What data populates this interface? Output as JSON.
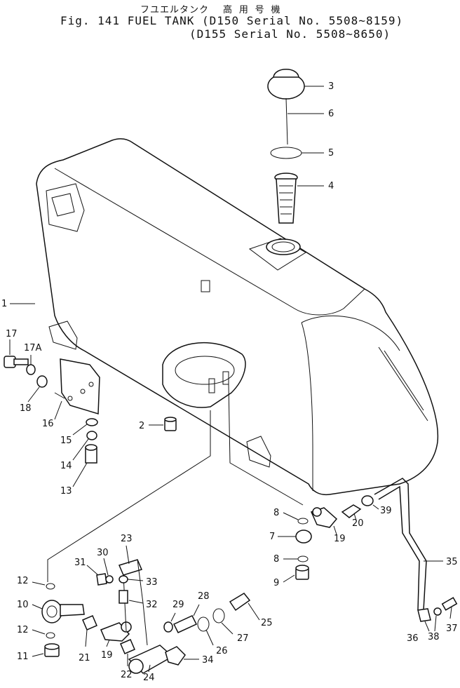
{
  "header": {
    "jp_name": "フユエルタンク",
    "jp_model": "高 用 号 機",
    "title_line1": "Fig. 141 FUEL TANK (D150 Serial No. 5508~8159)",
    "title_line2": "(D155 Serial No. 5508~8650)"
  },
  "parts": [
    {
      "id": "p1",
      "label": "1"
    },
    {
      "id": "p2",
      "label": "2"
    },
    {
      "id": "p3",
      "label": "3"
    },
    {
      "id": "p4",
      "label": "4"
    },
    {
      "id": "p5",
      "label": "5"
    },
    {
      "id": "p6",
      "label": "6"
    },
    {
      "id": "p7",
      "label": "7"
    },
    {
      "id": "p8a",
      "label": "8"
    },
    {
      "id": "p8b",
      "label": "8"
    },
    {
      "id": "p9",
      "label": "9"
    },
    {
      "id": "p10",
      "label": "10"
    },
    {
      "id": "p11",
      "label": "11"
    },
    {
      "id": "p12a",
      "label": "12"
    },
    {
      "id": "p12b",
      "label": "12"
    },
    {
      "id": "p13",
      "label": "13"
    },
    {
      "id": "p14",
      "label": "14"
    },
    {
      "id": "p15",
      "label": "15"
    },
    {
      "id": "p16",
      "label": "16"
    },
    {
      "id": "p17",
      "label": "17"
    },
    {
      "id": "p17a",
      "label": "17A"
    },
    {
      "id": "p18",
      "label": "18"
    },
    {
      "id": "p19a",
      "label": "19"
    },
    {
      "id": "p19b",
      "label": "19"
    },
    {
      "id": "p20",
      "label": "20"
    },
    {
      "id": "p21",
      "label": "21"
    },
    {
      "id": "p22",
      "label": "22"
    },
    {
      "id": "p23",
      "label": "23"
    },
    {
      "id": "p24",
      "label": "24"
    },
    {
      "id": "p25",
      "label": "25"
    },
    {
      "id": "p26",
      "label": "26"
    },
    {
      "id": "p27",
      "label": "27"
    },
    {
      "id": "p28",
      "label": "28"
    },
    {
      "id": "p29",
      "label": "29"
    },
    {
      "id": "p30",
      "label": "30"
    },
    {
      "id": "p31",
      "label": "31"
    },
    {
      "id": "p32",
      "label": "32"
    },
    {
      "id": "p33",
      "label": "33"
    },
    {
      "id": "p34",
      "label": "34"
    },
    {
      "id": "p35",
      "label": "35"
    },
    {
      "id": "p36",
      "label": "36"
    },
    {
      "id": "p37",
      "label": "37"
    },
    {
      "id": "p38",
      "label": "38"
    },
    {
      "id": "p39",
      "label": "39"
    }
  ]
}
